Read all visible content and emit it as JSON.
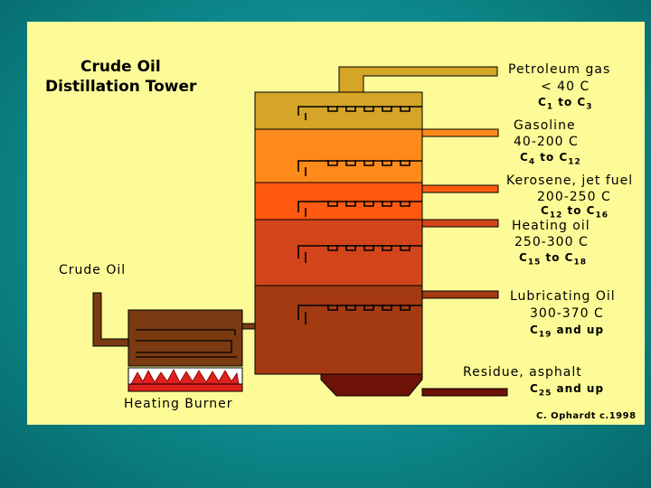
{
  "title": {
    "line1": "Crude Oil",
    "line2": "Distillation Tower"
  },
  "feed_label": "Crude Oil",
  "burner_label": "Heating Burner",
  "credit": "C. Ophardt c.1998",
  "fractions": [
    {
      "name": "Petroleum gas",
      "range": "< 40 C",
      "carbon": {
        "pre": "C",
        "a": "1",
        "mid": " to C",
        "b": "3"
      },
      "color": "#d4a526"
    },
    {
      "name": "Gasoline",
      "range": "40-200 C",
      "carbon": {
        "pre": "C",
        "a": "4",
        "mid": " to C",
        "b": "12"
      },
      "color": "#ff8a1c"
    },
    {
      "name": "Kerosene, jet fuel",
      "range": "200-250 C",
      "carbon": {
        "pre": "C",
        "a": "12",
        "mid": " to C",
        "b": "16"
      },
      "color": "#ff5a10"
    },
    {
      "name": "Heating oil",
      "range": "250-300 C",
      "carbon": {
        "pre": "C",
        "a": "15",
        "mid": " to C",
        "b": "18"
      },
      "color": "#d2451a"
    },
    {
      "name": "Lubricating Oil",
      "range": "300-370 C",
      "carbon": {
        "pre": "C",
        "a": "19",
        "mid": " and up",
        "b": ""
      },
      "color": "#a33a12"
    },
    {
      "name": "Residue, asphalt",
      "range": "",
      "carbon": {
        "pre": "C",
        "a": "25",
        "mid": " and up",
        "b": ""
      },
      "color": "#6e1208"
    }
  ],
  "colors": {
    "background": "#0d8a8c",
    "slide": "#fdfb97",
    "furnace": "#7a3a12",
    "flame": "#e0201c",
    "outline": "#000000"
  }
}
